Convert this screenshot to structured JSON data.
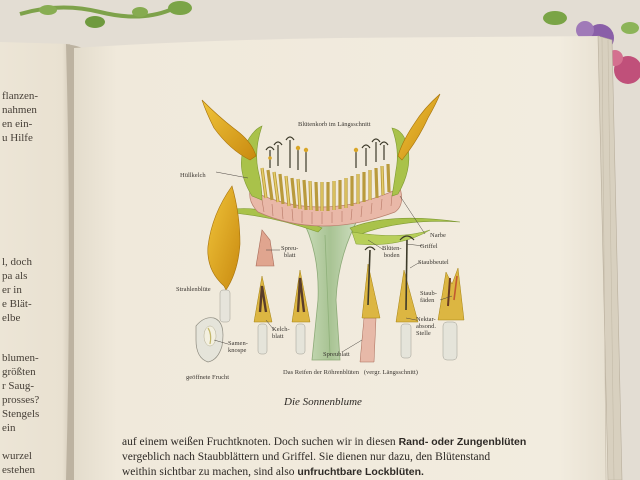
{
  "left_page_fragments": [
    {
      "id": "lf1",
      "text": "flanzen-"
    },
    {
      "id": "lf2",
      "text": "nahmen"
    },
    {
      "id": "lf3",
      "text": "en ein-"
    },
    {
      "id": "lf4",
      "text": "u Hilfe"
    },
    {
      "id": "lf5",
      "text": "l, doch"
    },
    {
      "id": "lf6",
      "text": "pa als"
    },
    {
      "id": "lf7",
      "text": "er in"
    },
    {
      "id": "lf8",
      "text": "e Blät-"
    },
    {
      "id": "lf9",
      "text": "elbe"
    },
    {
      "id": "lf10",
      "text": "blumen-"
    },
    {
      "id": "lf11",
      "text": "größten"
    },
    {
      "id": "lf12",
      "text": "r Saug-"
    },
    {
      "id": "lf13",
      "text": "prosses?"
    },
    {
      "id": "lf14",
      "text": "Stengels"
    },
    {
      "id": "lf15",
      "text": "ein"
    },
    {
      "id": "lf16",
      "text": "wurzel"
    },
    {
      "id": "lf17",
      "text": "estehen"
    }
  ],
  "illustration": {
    "title": "Blütenkorb im Längsschnitt",
    "labels": {
      "huellkelch": "Hüllkelch",
      "narbe": "Narbe",
      "spreublatt_top": "Spreu-\nblatt",
      "bluetenboden": "Blüten-\nboden",
      "griffel": "Griffel",
      "staubbeutel": "Staubbeutel",
      "strahlenbluete": "Strahlenblüte",
      "staubfaeden": "Staub-\nfäden",
      "kelchblatt": "Kelch-\nblatt",
      "nektar": "Nektar-\nabsond.\nStelle",
      "samenknospe": "Samen-\nknospe",
      "spreublatt_bottom": "Spreublatt",
      "geoeffnete_frucht": "geöffnete Frucht",
      "reifen": "Das Reifen der Röhrenblüten   (vergr. Längsschnitt)"
    }
  },
  "caption": "Die Sonnenblume",
  "body": {
    "line1_pre": "auf einem weißen Fruchtknoten. Doch suchen wir in diesen ",
    "line1_bold": "Rand- oder Zungenblüten",
    "line2": "vergeblich nach Staubblättern und Griffel. Sie dienen nur dazu, den Blütenstand",
    "line3_pre": "weithin sichtbar zu machen, sind also ",
    "line3_bold": "unfruchtbare Lockblüten."
  },
  "colors": {
    "tablecloth": "#e3ddd3",
    "page": "#f1ebdd",
    "petal_yellow": "#e2a51a",
    "leaf_green": "#a9c24a",
    "stem_green": "#b9cfa7",
    "receptacle_pink": "#e9b8a8"
  }
}
